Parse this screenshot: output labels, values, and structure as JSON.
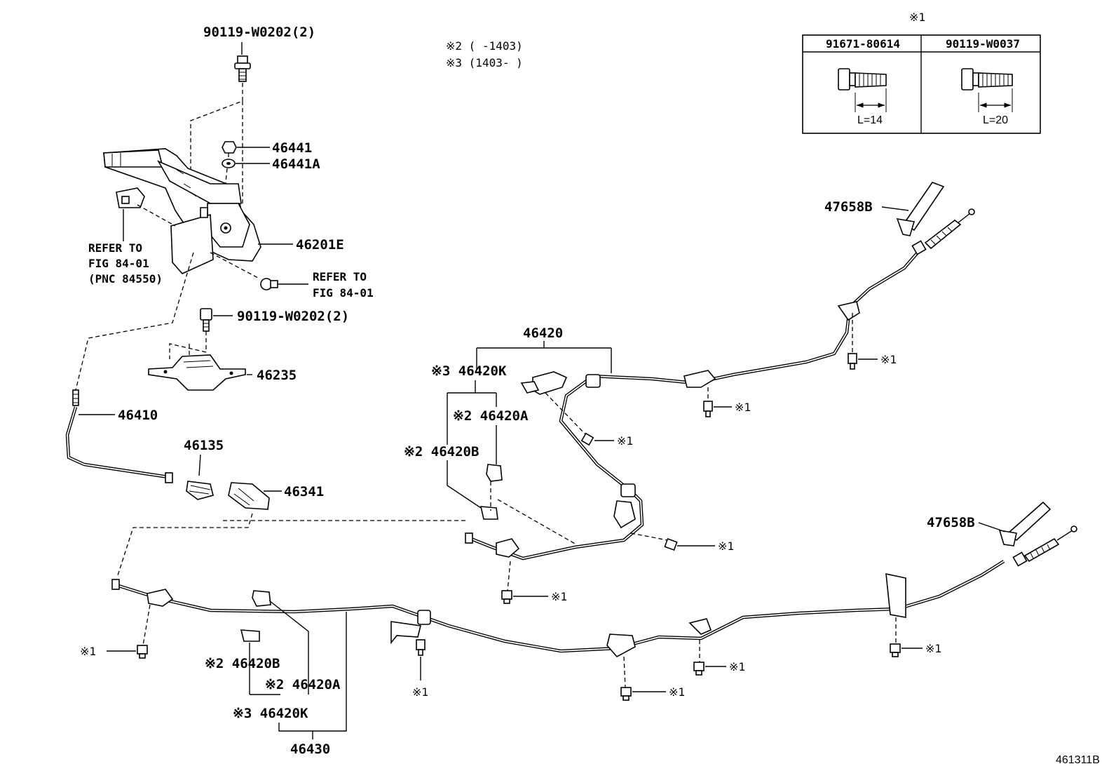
{
  "notes": {
    "note2": "※2 (      -1403)",
    "note3": "※3 (1403-       )"
  },
  "bolt_table": {
    "header_mark": "※1",
    "col1": {
      "part": "91671-80614",
      "length": "L=14"
    },
    "col2": {
      "part": "90119-W0037",
      "length": "L=20"
    }
  },
  "callouts": {
    "bolt_top": "90119-W0202(2)",
    "nut": "46441",
    "washer": "46441A",
    "lever": "46201E",
    "refer1_l1": "REFER TO",
    "refer1_l2": "FIG 84-01",
    "refer1_l3": "(PNC 84550)",
    "refer2_l1": "REFER TO",
    "refer2_l2": "FIG 84-01",
    "bolt_mid": "90119-W0202(2)",
    "bracket": "46235",
    "front_cable": "46410",
    "equalizer": "46135",
    "cover": "46341",
    "cable_rh": "46420",
    "rh_k": "※3 46420K",
    "rh_a": "※2 46420A",
    "rh_b": "※2 46420B",
    "boot_rh": "47658B",
    "boot_lh": "47658B",
    "lh_b": "※2 46420B",
    "lh_a": "※2 46420A",
    "lh_k": "※3 46420K",
    "cable_lh": "46430",
    "ref1": "※1",
    "diagram_id": "461311B"
  }
}
